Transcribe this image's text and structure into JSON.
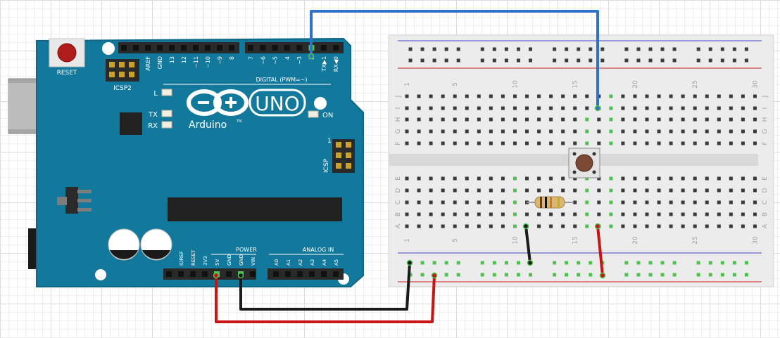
{
  "colors": {
    "board": "#13799c",
    "board_edge": "#0d6685",
    "wire_blue": "#2f73c9",
    "wire_red": "#c81414",
    "wire_black": "#1a1a1a",
    "connected_hole": "#4fc34f",
    "breadboard": "#ececec",
    "rail_red_line": "#d02020",
    "rail_blue_line": "#4040c8"
  },
  "arduino": {
    "reset_label": "RESET",
    "icsp2_label": "ICSP2",
    "icsp_label": "ICSP",
    "icsp_pin1": "1",
    "led_l": "L",
    "led_tx": "TX",
    "led_rx": "RX",
    "led_on": "ON",
    "brand": "Arduino",
    "tm": "TM",
    "model": "UNO",
    "digital_label": "DIGITAL (PWM=~)",
    "power_label": "POWER",
    "analog_label": "ANALOG IN",
    "top_pins": [
      "AREF",
      "GND",
      "13",
      "12",
      "~11",
      "~10",
      "~9",
      "8",
      "7",
      "~6",
      "~5",
      "4",
      "~3",
      "2",
      "TX▶1",
      "RX◀0"
    ],
    "power_pins": [
      "IOREF",
      "RESET",
      "3V3",
      "5V",
      "GND",
      "GND",
      "VIN"
    ],
    "analog_pins": [
      "A0",
      "A1",
      "A2",
      "A3",
      "A4",
      "A5"
    ]
  },
  "breadboard": {
    "col_numbers": [
      "1",
      "5",
      "10",
      "15",
      "20",
      "25",
      "30"
    ],
    "top_rows": [
      "J",
      "I",
      "H",
      "G",
      "F"
    ],
    "bottom_rows": [
      "E",
      "D",
      "C",
      "B",
      "A"
    ]
  },
  "components": {
    "pushbutton": "pushbutton-icon",
    "resistor": "resistor-icon",
    "capacitor": "capacitor-icon"
  }
}
